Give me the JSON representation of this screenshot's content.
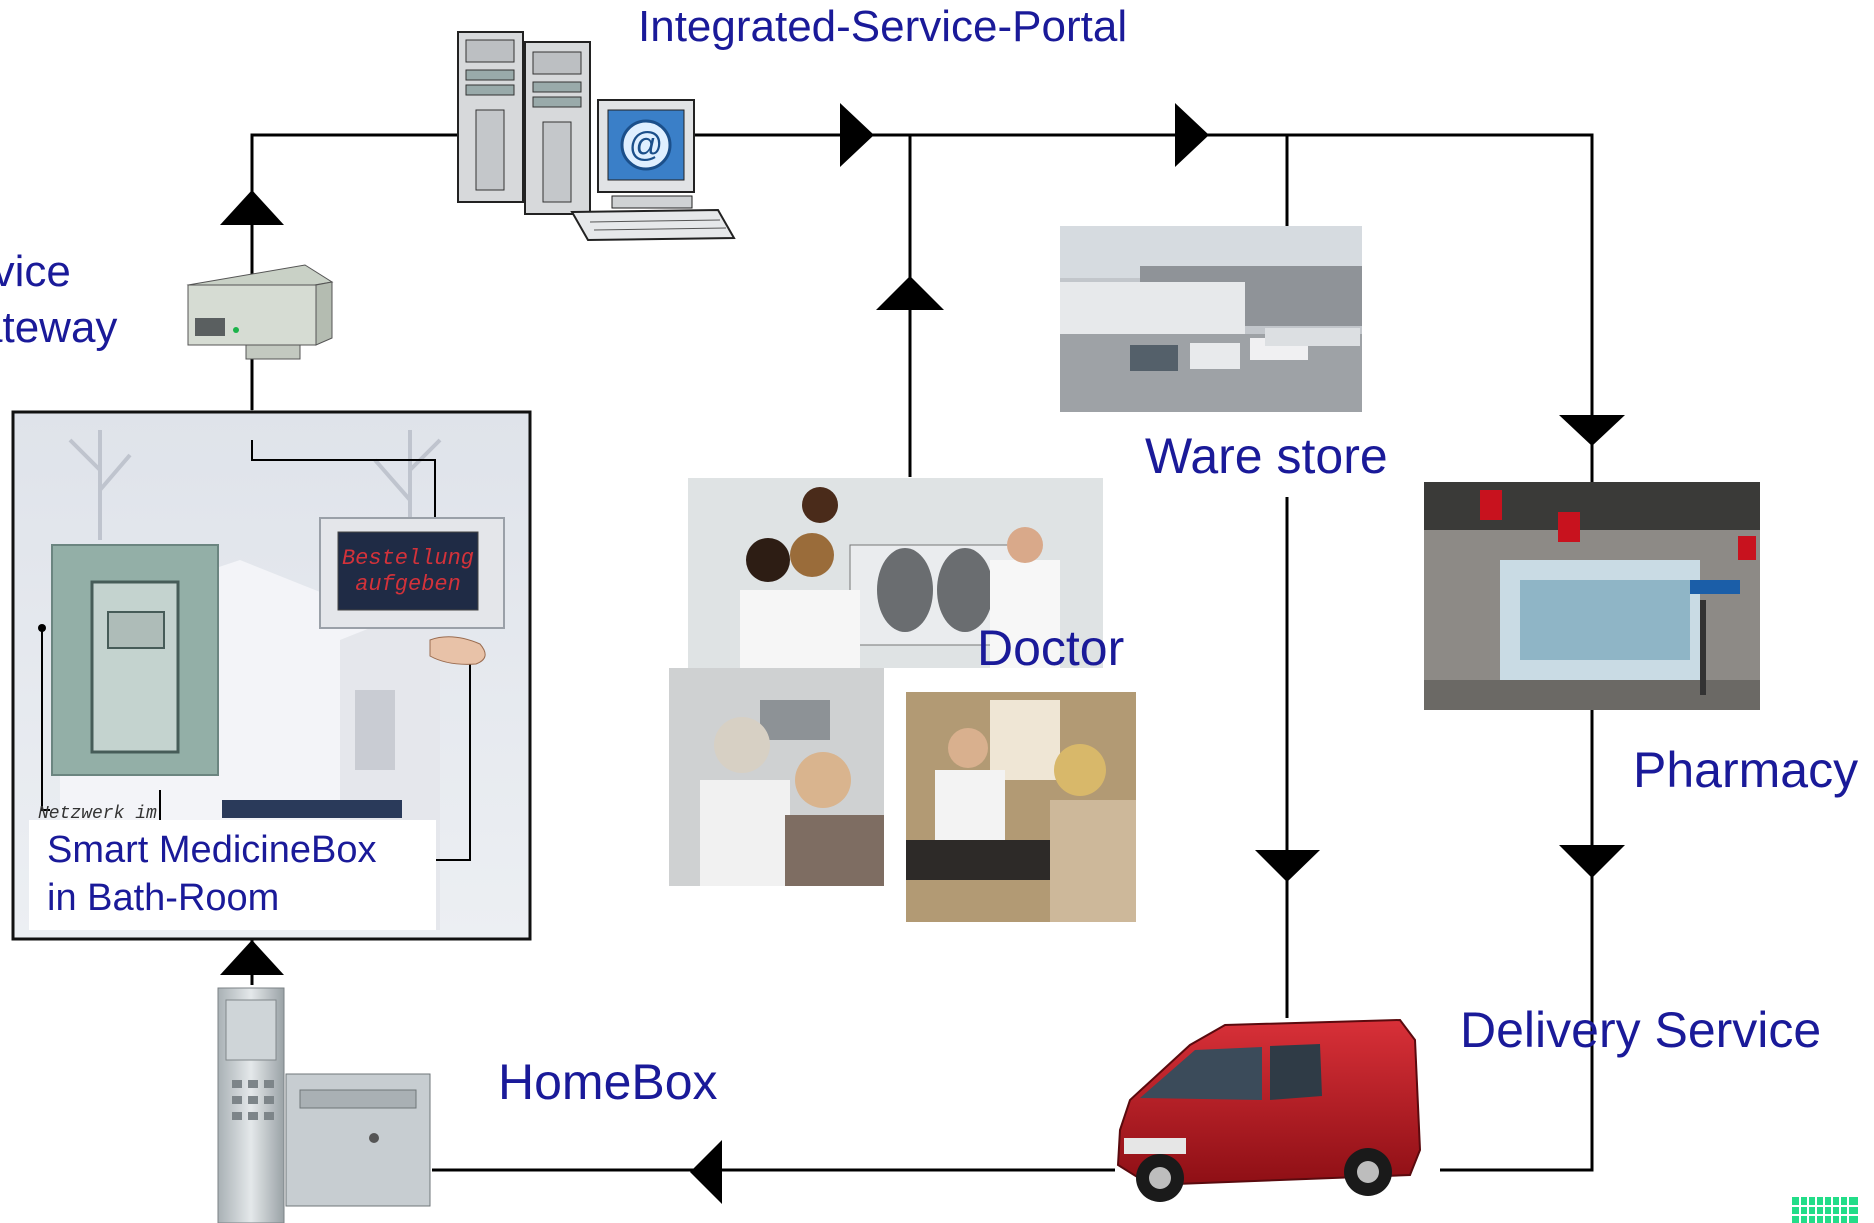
{
  "nodes": {
    "portal": {
      "label": "Integrated-Service-Portal"
    },
    "gateway": {
      "label_line1": "rvice",
      "label_line2": "ateway"
    },
    "medicine_box": {
      "label_line1": "Smart MedicineBox",
      "label_line2": "in Bath-Room",
      "screen_line1": "Bestellung",
      "screen_line2": "aufgeben",
      "network_text": "Netzwerk im"
    },
    "ware_store": {
      "label": "Ware store"
    },
    "doctor": {
      "label": "Doctor"
    },
    "pharmacy": {
      "label": "Pharmacy"
    },
    "delivery": {
      "label": "Delivery Service"
    },
    "homebox": {
      "label": "HomeBox"
    }
  },
  "colors": {
    "label_text": "#1a1a99",
    "line": "#000000",
    "van": "#b3141c",
    "logo": "#22dd88"
  }
}
